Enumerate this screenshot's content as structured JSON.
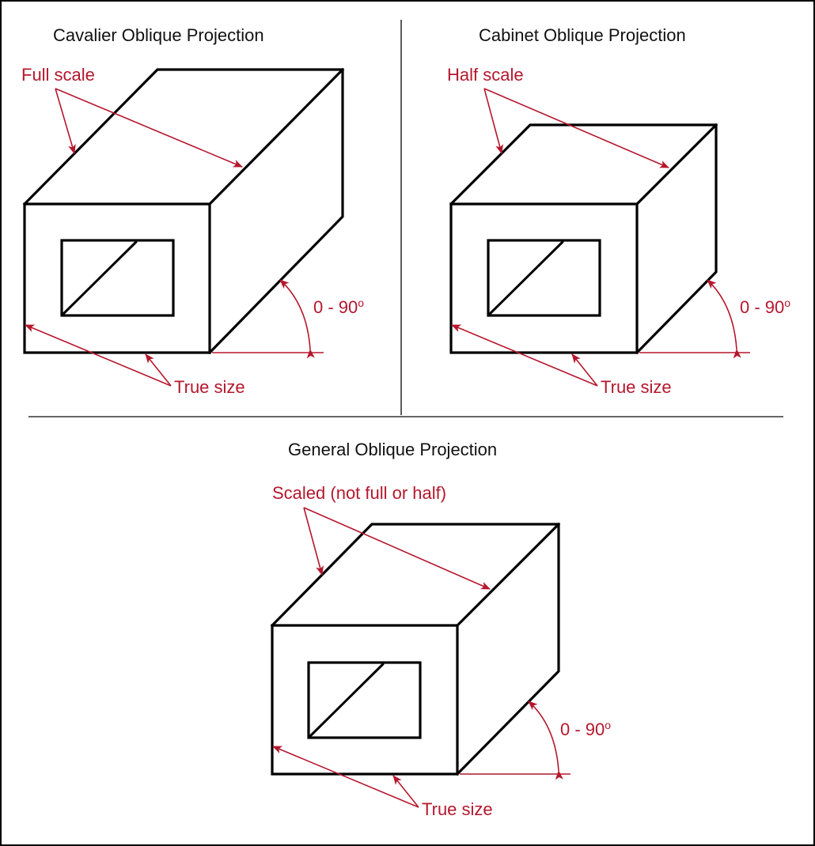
{
  "colors": {
    "annotation": "#b5172d",
    "ink": "#000000",
    "border": "#000000"
  },
  "panels": {
    "cavalier": {
      "title": "Cavalier Oblique Projection",
      "scale_label": "Full scale",
      "angle_label": "0 - 90",
      "angle_unit": "o",
      "size_label": "True size"
    },
    "cabinet": {
      "title": "Cabinet Oblique Projection",
      "scale_label": "Half scale",
      "angle_label": "0 - 90",
      "angle_unit": "o",
      "size_label": "True size"
    },
    "general": {
      "title": "General Oblique Projection",
      "scale_label": "Scaled (not full or half)",
      "angle_label": "0 - 90",
      "angle_unit": "o",
      "size_label": "True size"
    }
  }
}
